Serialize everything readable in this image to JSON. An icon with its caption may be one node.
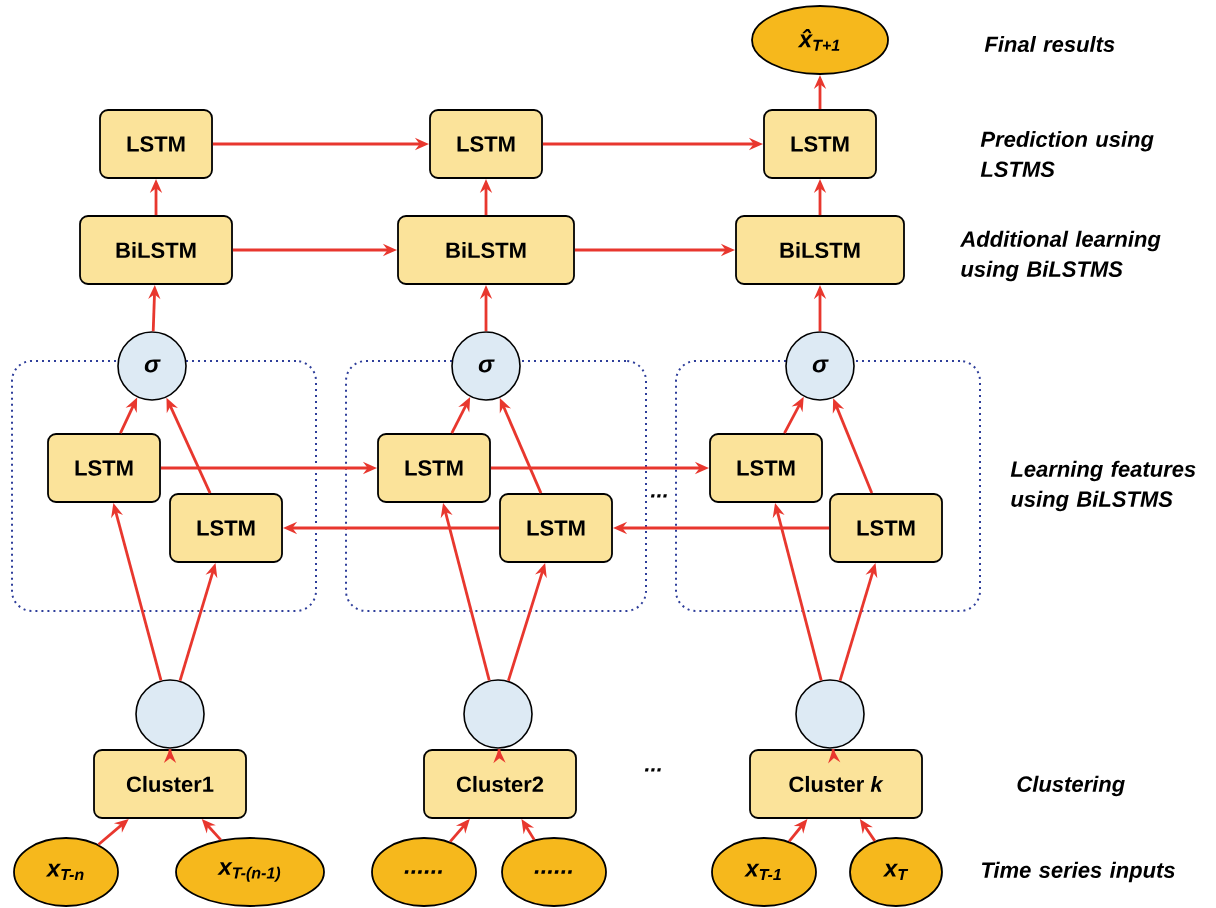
{
  "diagram": {
    "nodes": [
      {
        "text": [
          "x̂$_{T+1}$"
        ]
      },
      {
        "text": [
          "LSTM"
        ]
      },
      {
        "text": [
          "LSTM"
        ]
      },
      {
        "text": [
          "LSTM"
        ]
      },
      {
        "text": [
          "BiLSTM"
        ]
      },
      {
        "text": [
          "BiLSTM"
        ]
      },
      {
        "text": [
          "BiLSTM"
        ]
      },
      {
        "text": [],
        "shape": "box"
      },
      {
        "text": [],
        "shape": "box"
      },
      {
        "text": [],
        "shape": "box"
      },
      {
        "text": [
          "σ"
        ]
      },
      {
        "text": [
          "σ"
        ]
      },
      {
        "text": [
          "σ"
        ]
      },
      {
        "text": [
          "LSTM"
        ],
        "in": 7
      },
      {
        "text": [
          "LSTM"
        ],
        "in": 7
      },
      {
        "text": [
          "LSTM"
        ],
        "in": 8
      },
      {
        "text": [
          "LSTM"
        ],
        "in": 8
      },
      {
        "text": [
          "LSTM"
        ],
        "in": 9
      },
      {
        "text": [
          "LSTM"
        ],
        "in": 9
      },
      {
        "text": [],
        "shape": "circle"
      },
      {
        "text": [],
        "shape": "circle"
      },
      {
        "text": [],
        "shape": "circle"
      },
      {
        "text": [
          "Cluster1"
        ]
      },
      {
        "text": [
          "Cluster2"
        ]
      },
      {
        "text": [
          "Cluster *k*"
        ]
      },
      {
        "text": [
          "x$_{T-n}$"
        ]
      },
      {
        "text": [
          "*x*$_{T-(n-1)}$"
        ]
      },
      {
        "text": [
          "......"
        ]
      },
      {
        "text": [
          "......"
        ]
      },
      {
        "text": [
          "x$_{T-1}$"
        ]
      },
      {
        "text": [
          "x$_{T}$"
        ]
      }
    ],
    "edges": [
      {
        "from": 25,
        "to": 22,
        "arrow": "to"
      },
      {
        "from": 26,
        "to": 22,
        "arrow": "to"
      },
      {
        "from": 27,
        "to": 23,
        "arrow": "to"
      },
      {
        "from": 28,
        "to": 23,
        "arrow": "to"
      },
      {
        "from": 29,
        "to": 24,
        "arrow": "to"
      },
      {
        "from": 30,
        "to": 24,
        "arrow": "to"
      },
      {
        "from": 22,
        "to": 19,
        "arrow": "to"
      },
      {
        "from": 23,
        "to": 20,
        "arrow": "to"
      },
      {
        "from": 24,
        "to": 21,
        "arrow": "to"
      },
      {
        "from": 19,
        "to": 13,
        "arrow": "to"
      },
      {
        "from": 19,
        "to": 14,
        "arrow": "to"
      },
      {
        "from": 20,
        "to": 15,
        "arrow": "to"
      },
      {
        "from": 20,
        "to": 16,
        "arrow": "to"
      },
      {
        "from": 21,
        "to": 17,
        "arrow": "to"
      },
      {
        "from": 21,
        "to": 18,
        "arrow": "to"
      },
      {
        "from": 13,
        "to": 15,
        "arrow": "to"
      },
      {
        "from": 15,
        "to": 17,
        "arrow": "to"
      },
      {
        "from": 18,
        "to": 16,
        "arrow": "to"
      },
      {
        "from": 16,
        "to": 14,
        "arrow": "to"
      },
      {
        "from": 13,
        "to": 10,
        "arrow": "to"
      },
      {
        "from": 14,
        "to": 10,
        "arrow": "to"
      },
      {
        "from": 15,
        "to": 11,
        "arrow": "to"
      },
      {
        "from": 16,
        "to": 11,
        "arrow": "to"
      },
      {
        "from": 17,
        "to": 12,
        "arrow": "to"
      },
      {
        "from": 18,
        "to": 12,
        "arrow": "to"
      },
      {
        "from": 10,
        "to": 4,
        "arrow": "to"
      },
      {
        "from": 11,
        "to": 5,
        "arrow": "to"
      },
      {
        "from": 12,
        "to": 6,
        "arrow": "to"
      },
      {
        "from": 4,
        "to": 5,
        "arrow": "to"
      },
      {
        "from": 5,
        "to": 6,
        "arrow": "to"
      },
      {
        "from": 4,
        "to": 1,
        "arrow": "to"
      },
      {
        "from": 5,
        "to": 2,
        "arrow": "to"
      },
      {
        "from": 6,
        "to": 3,
        "arrow": "to"
      },
      {
        "from": 1,
        "to": 2,
        "arrow": "to"
      },
      {
        "from": 2,
        "to": 3,
        "arrow": "to"
      },
      {
        "from": 3,
        "to": 0,
        "arrow": "to"
      }
    ],
    "labels": [
      "Final results",
      "Prediction using LSTMS",
      "Additional learning using BiLSTMS",
      "...",
      "Learning features using BiLSTMS",
      "...",
      "Clustering",
      "Time series inputs"
    ]
  }
}
